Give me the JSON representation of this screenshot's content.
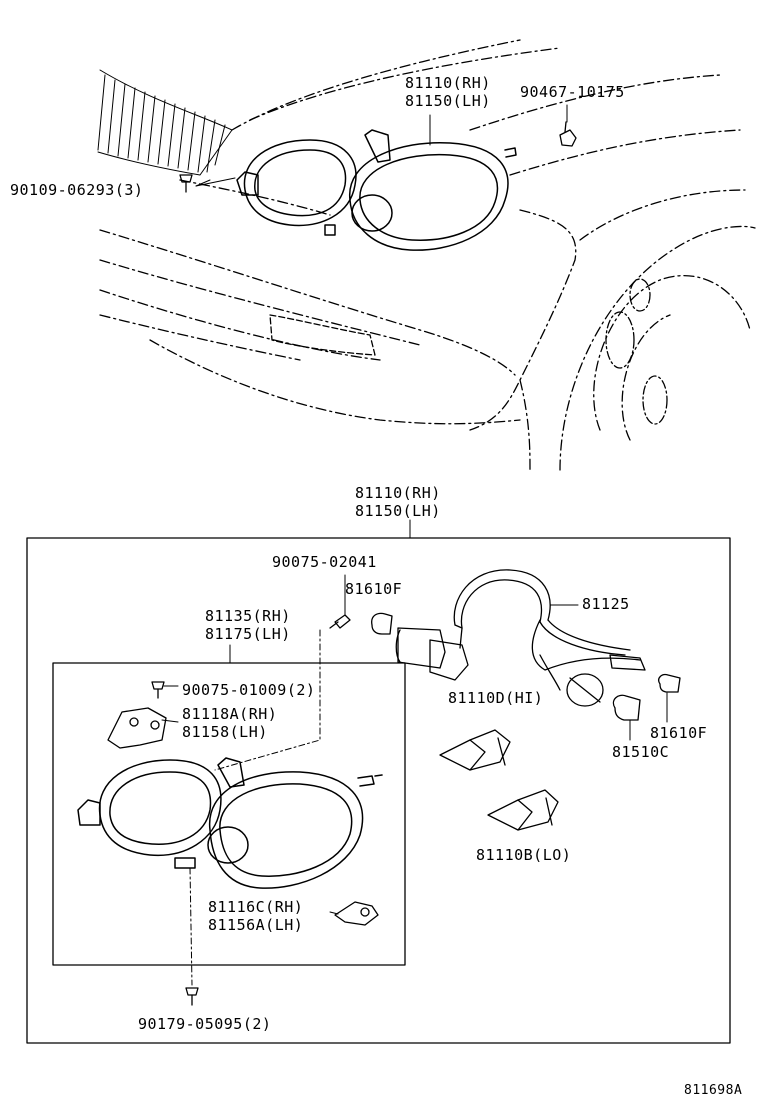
{
  "labels": {
    "hl_top_rh": "81110(RH)",
    "hl_top_lh": "81150(LH)",
    "nut_top": "90467-10175",
    "bolt_left": "90109-06293(3)",
    "assy_rh": "81110(RH)",
    "assy_lh": "81150(LH)",
    "screw_top": "90075-02041",
    "bulb_small_top": "81610F",
    "harness": "81125",
    "housing_rh": "81135(RH)",
    "housing_lh": "81175(LH)",
    "screw_inner": "90075-01009(2)",
    "bracket_rh": "81118A(RH)",
    "bracket_lh": "81158(LH)",
    "bulb_hi": "81110D(HI)",
    "bulb_small_right": "81610F",
    "bulb_510": "81510C",
    "bulb_lo": "81110B(LO)",
    "clip_rh": "81116C(RH)",
    "clip_lh": "81156A(LH)",
    "bolt_bottom": "90179-05095(2)",
    "diagram_id": "811698A"
  },
  "colors": {
    "ink": "#000000",
    "paper": "#ffffff"
  }
}
